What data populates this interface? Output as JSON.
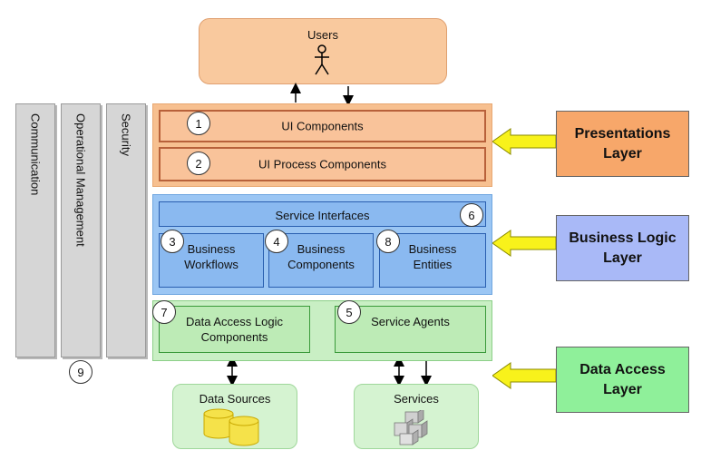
{
  "users": {
    "label": "Users"
  },
  "cross_cutting": [
    {
      "label": "Communication"
    },
    {
      "label": "Operational Management"
    },
    {
      "label": "Security"
    }
  ],
  "cross_cutting_number": "9",
  "presentation": {
    "components": [
      {
        "number": "1",
        "label": "UI Components"
      },
      {
        "number": "2",
        "label": "UI Process Components"
      }
    ]
  },
  "business": {
    "service_interfaces": {
      "label": "Service Interfaces",
      "number": "6"
    },
    "components": [
      {
        "number": "3",
        "line1": "Business",
        "line2": "Workflows"
      },
      {
        "number": "4",
        "line1": "Business",
        "line2": "Components"
      },
      {
        "number": "8",
        "line1": "Business",
        "line2": "Entities"
      }
    ]
  },
  "data_access": {
    "components": [
      {
        "number": "7",
        "line1": "Data Access Logic",
        "line2": "Components"
      },
      {
        "number": "5",
        "line1": "Service Agents",
        "line2": ""
      }
    ]
  },
  "externals": {
    "data_sources": "Data Sources",
    "services": "Services"
  },
  "layer_labels": {
    "presentation": {
      "line1": "Presentations",
      "line2": "Layer",
      "color": "#f7a76a"
    },
    "business": {
      "line1": "Business Logic",
      "line2": "Layer",
      "color": "#a9b9f7"
    },
    "data": {
      "line1": "Data Access",
      "line2": "Layer",
      "color": "#8ff09a"
    }
  },
  "colors": {
    "arrow_yellow": "#f8f21b",
    "cylinder_yellow": "#f5e24a"
  },
  "icons": [
    "stick-figure-icon",
    "database-cylinder-icon",
    "server-cubes-icon",
    "yellow-arrow-icon"
  ]
}
